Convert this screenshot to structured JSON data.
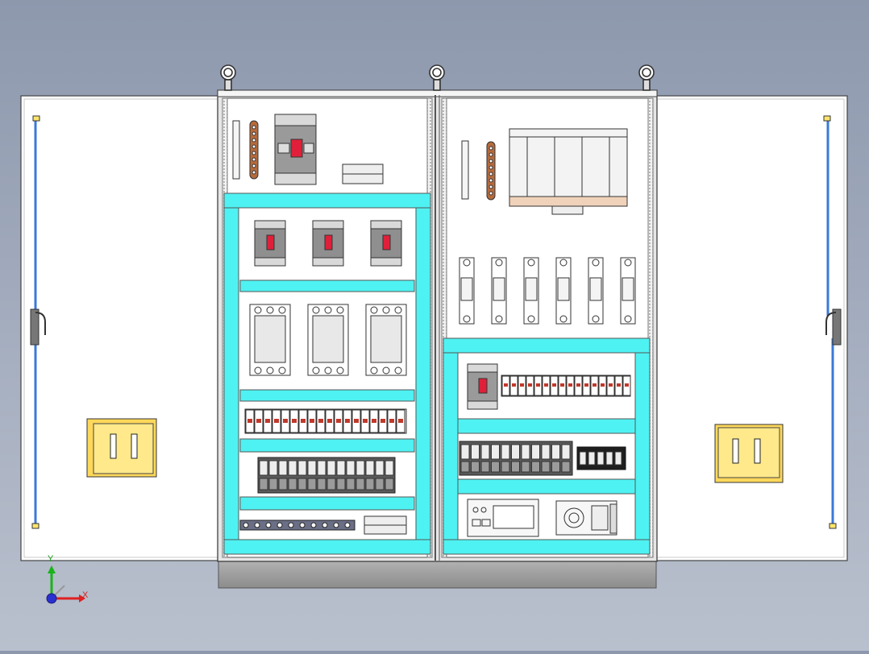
{
  "scene": {
    "axes": {
      "x_label": "X",
      "y_label": "Y"
    },
    "colors": {
      "background": "#a3acbd",
      "door": "#ffffff",
      "cabinet_frame": "#e6e6e6",
      "rail": "#4ff2f2",
      "handle": "#ffe66b",
      "hinge_rod": "#3b79d8",
      "plinth": "#9e9e9e",
      "breaker_body": "#8f8f8f",
      "breaker_handle": "#e0203a",
      "busbar": "#b56a3c",
      "x_axis": "#e02020",
      "y_axis": "#19b31a",
      "z_axis": "#2a2fd0"
    },
    "left_panel": {
      "top_breakers": 1,
      "row1_breakers": 3,
      "contactors": 3,
      "terminal_modules": 18,
      "relays": 14,
      "bottom_terminals": 10
    },
    "right_panel": {
      "fuse_holders": 6,
      "right_relays": 11,
      "small_modules": 5
    }
  }
}
